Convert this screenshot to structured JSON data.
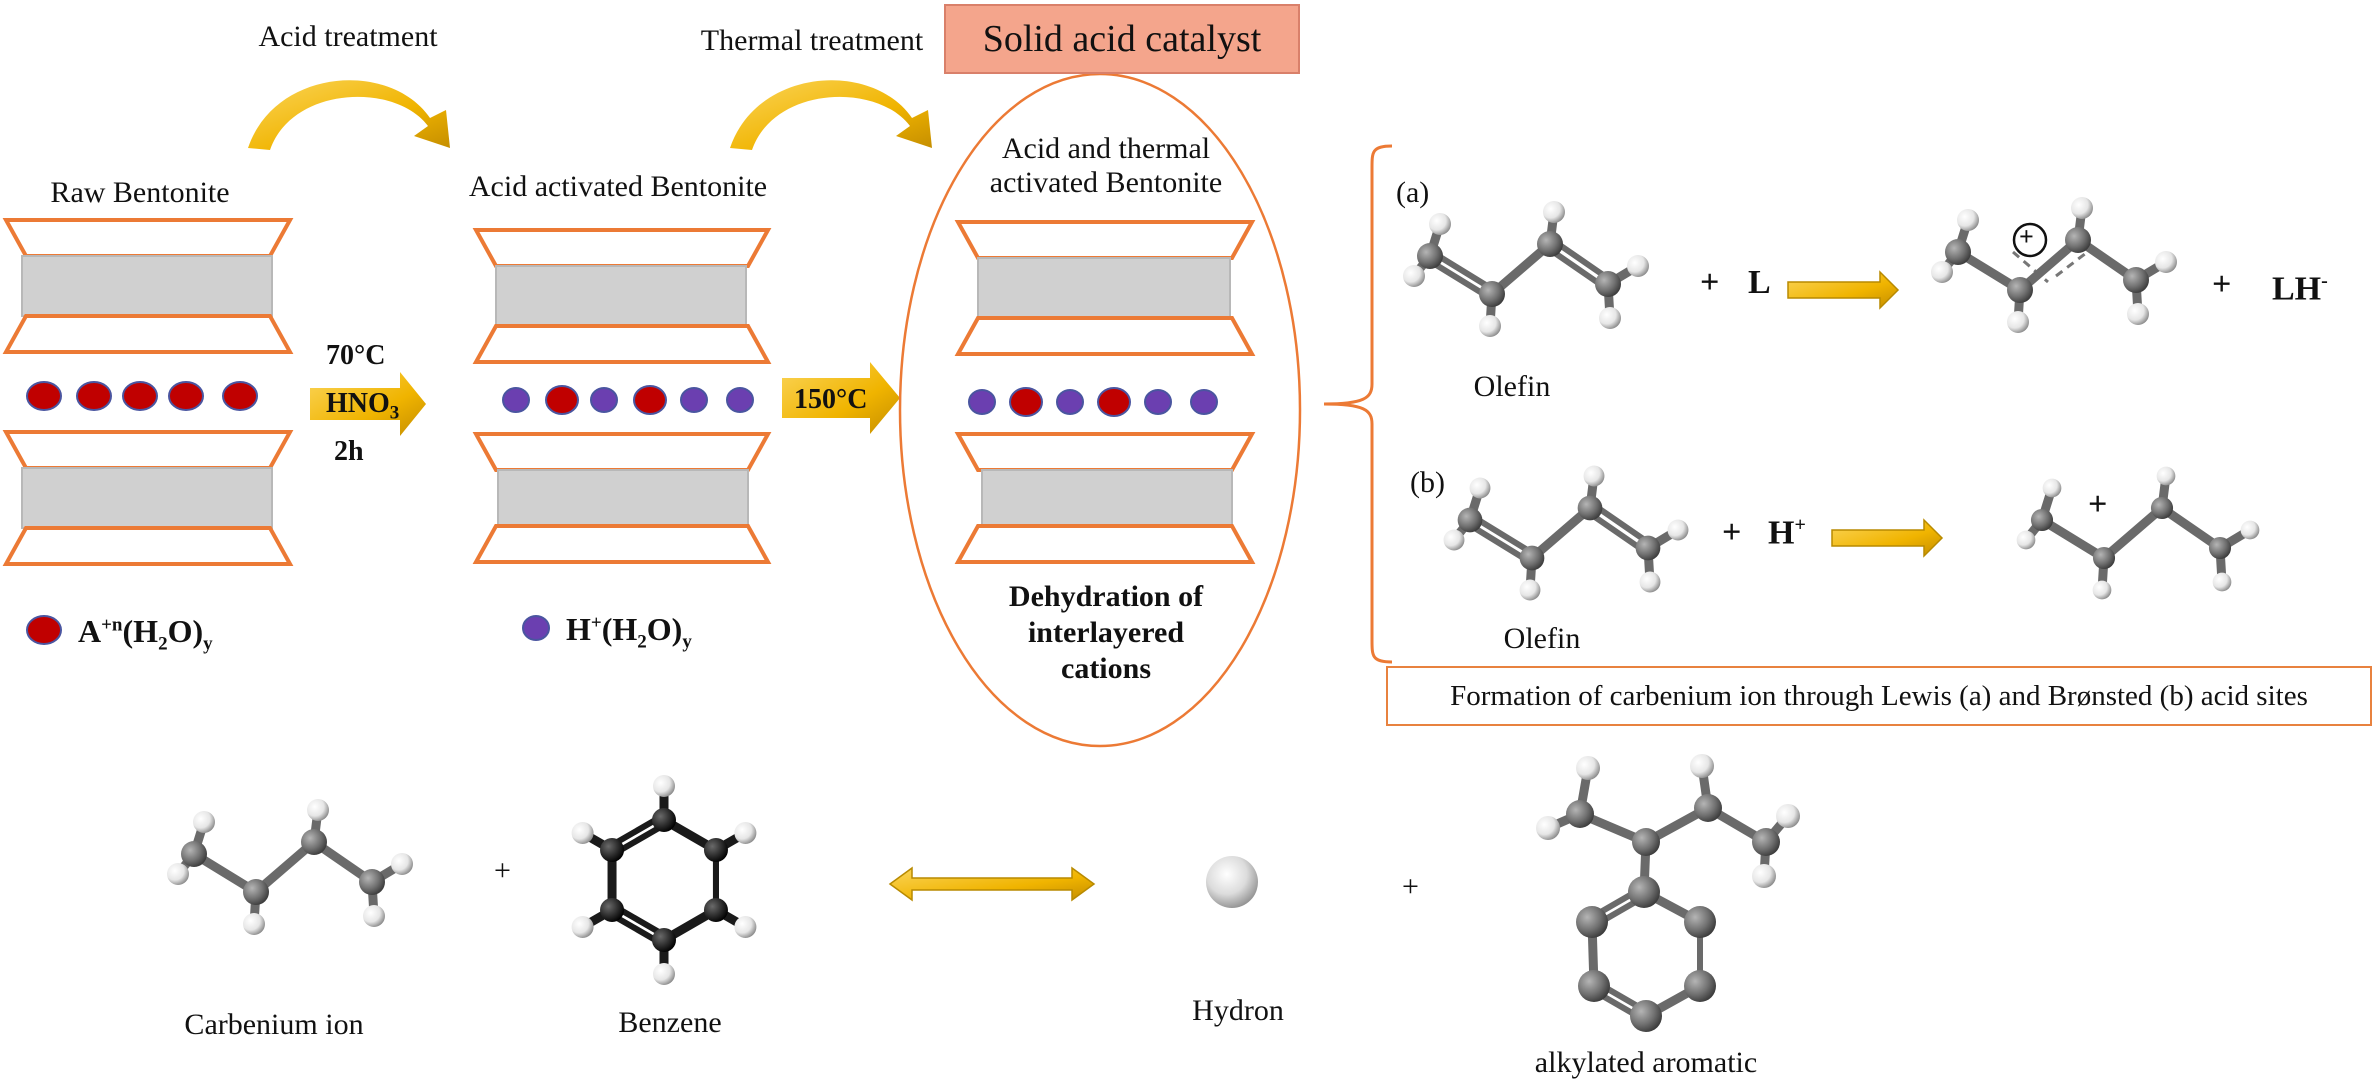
{
  "steps": {
    "acid_treatment": "Acid treatment",
    "thermal_treatment": "Thermal treatment",
    "solid_acid_catalyst": "Solid acid catalyst"
  },
  "stages": {
    "raw": "Raw Bentonite",
    "acid_activated": "Acid activated Bentonite",
    "thermal_line1": "Acid and thermal",
    "thermal_line2": "activated Bentonite"
  },
  "conditions": {
    "temp1": "70°C",
    "reagent": "HNO",
    "reagent_sub": "3",
    "time": "2h",
    "temp2": "150°C"
  },
  "dehydration": {
    "line1": "Dehydration of",
    "line2": "interlayered",
    "line3": "cations"
  },
  "legend": {
    "cation_base": "A",
    "cation_sup": "+n",
    "cation_mid": "(H",
    "cation_sub": "2",
    "cation_end": "O)",
    "cation_sub_y": "y",
    "proton_base": "H",
    "proton_sup": "+",
    "proton_mid": "(H",
    "proton_sub": "2",
    "proton_end": "O)",
    "proton_sub_y": "y"
  },
  "reactions": {
    "a_label": "(a)",
    "b_label": "(b)",
    "olefin_a": "Olefin",
    "olefin_b": "Olefin",
    "plus": "+",
    "lewis": "L",
    "lh": "LH",
    "lh_sup": "-",
    "h": "H",
    "h_sup": "+",
    "cation_plus": "+",
    "caption": "Formation of carbenium ion through Lewis (a) and Brønsted (b) acid sites"
  },
  "bottom": {
    "carbenium": "Carbenium ion",
    "benzene": "Benzene",
    "hydron": "Hydron",
    "alkylated": "alkylated aromatic",
    "plus": "+"
  },
  "colors": {
    "clay_outline": "#ec7a35",
    "clay_sheet": "#d0d0d0",
    "cation_red": "#c00000",
    "proton_purple": "#6b3fb0",
    "arrow_gold": "#f5b800",
    "caption_border": "#e8823f",
    "box_fill": "#f4a58c"
  }
}
